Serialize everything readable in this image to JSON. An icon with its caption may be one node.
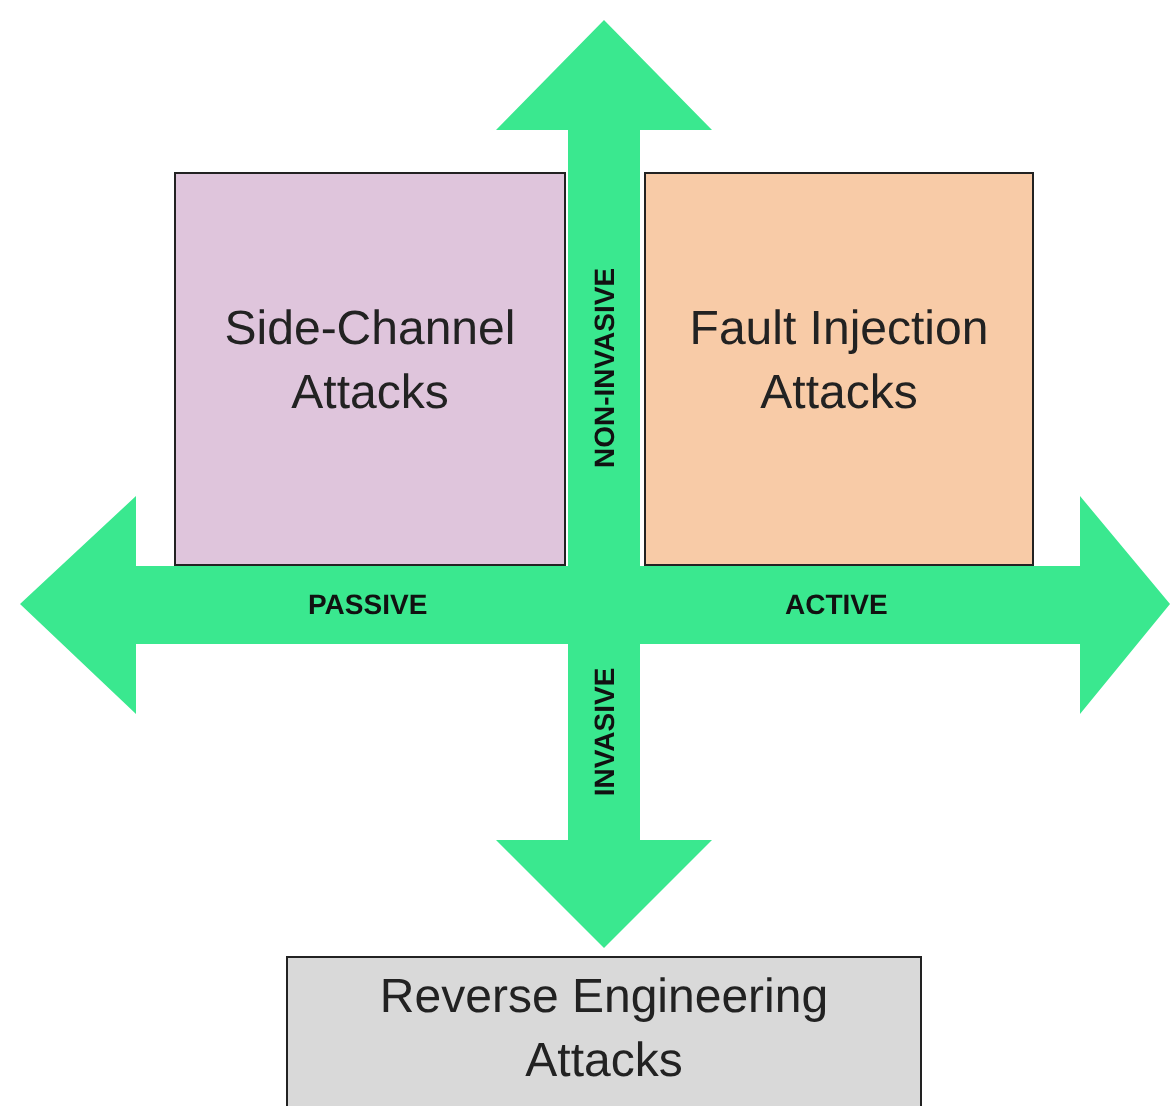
{
  "diagram": {
    "nodes": [
      {
        "text": [
          "Side-Channel Attacks"
        ]
      },
      {
        "text": [
          "Fault Injection Attacks"
        ]
      },
      {
        "text": [
          "Reverse Engineering Attacks"
        ]
      }
    ],
    "labels": [
      "NON-INVASIVE",
      "PASSIVE",
      "ACTIVE",
      "INVASIVE"
    ]
  }
}
